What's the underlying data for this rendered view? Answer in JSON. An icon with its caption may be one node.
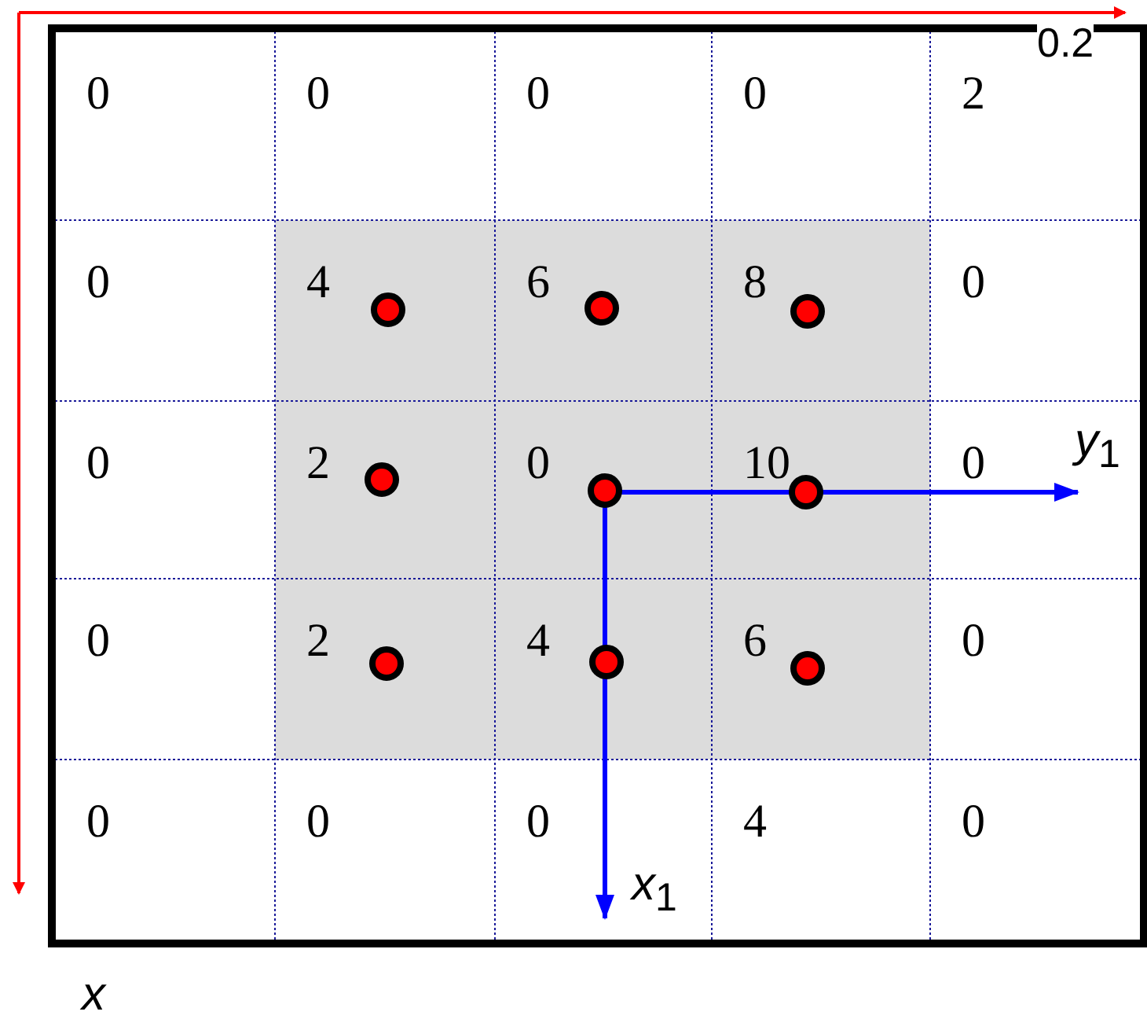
{
  "diagram": {
    "labels": [
      "0.2",
      "0",
      "0",
      "0",
      "0",
      "2",
      "0",
      "4",
      "6",
      "8",
      "0",
      "0",
      "2",
      "0",
      "10",
      "0",
      "0",
      "2",
      "4",
      "6",
      "0",
      "0",
      "0",
      "0",
      "4",
      "0",
      "*y*$_{1}$",
      "*x*$_{1}$",
      "x"
    ]
  }
}
